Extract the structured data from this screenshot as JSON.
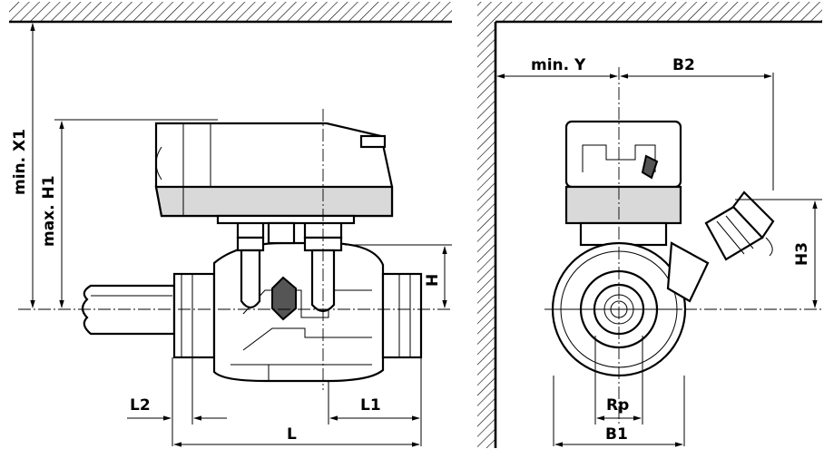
{
  "side_view": {
    "min_x1": "min. X1",
    "max_h1": "max. H1",
    "h": "H",
    "l1": "L1",
    "l2": "L2",
    "l": "L"
  },
  "front_view": {
    "min_y": "min. Y",
    "b2": "B2",
    "h3": "H3",
    "rp": "Rp",
    "b1": "B1"
  }
}
